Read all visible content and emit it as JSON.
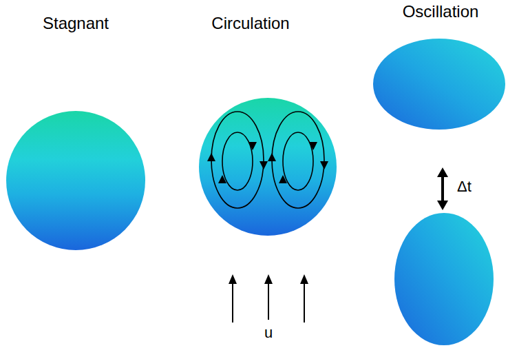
{
  "diagram": {
    "nodes": [
      {
        "text": [
          "Stagnant"
        ]
      },
      {
        "text": [
          "Circulation"
        ]
      },
      {
        "text": [
          "Oscillation"
        ]
      }
    ],
    "labels": [
      "u",
      "Δt"
    ]
  }
}
